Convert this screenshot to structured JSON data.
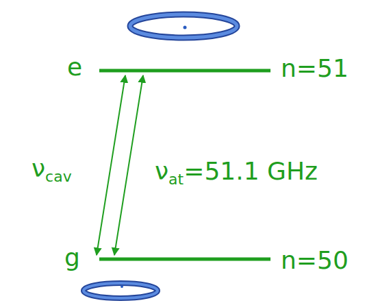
{
  "diagram": {
    "labels": [
      "e",
      "n=51",
      "ν",
      "cav",
      "ν",
      "at",
      "=51.1 GHz",
      "g",
      "n=50"
    ]
  }
}
